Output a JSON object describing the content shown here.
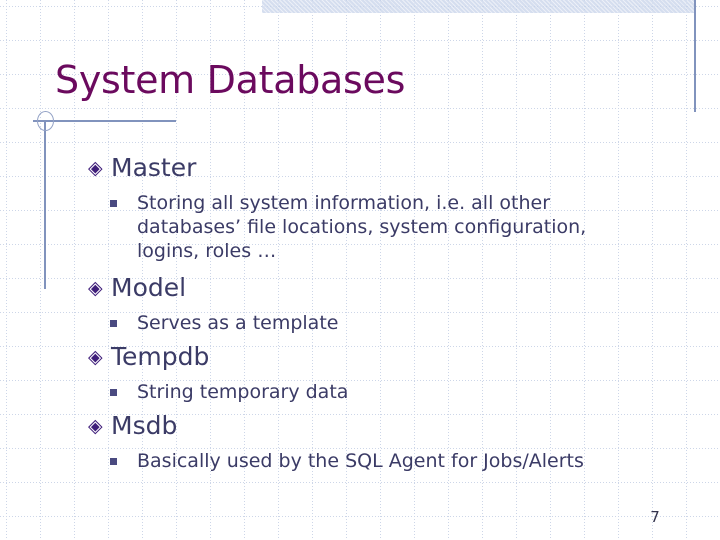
{
  "slide": {
    "title": "System Databases",
    "page_number": "7",
    "colors": {
      "title": "#6B0A5E",
      "body_text": "#3B3B66",
      "bullet": "#3F1E7A",
      "sub_bullet": "#4A4A80",
      "rule": "#8193bd",
      "band": "#c5d2ea",
      "grid": "#cdd6e8",
      "background": "#ffffff"
    },
    "decorations": {
      "top_band_name": "top-band",
      "right_rule_name": "right-vertical-rule",
      "circle_name": "title-circle-decoration"
    },
    "bullet_glyph": "◈",
    "sub_bullet_glyph": "▪",
    "items": [
      {
        "label": "Master",
        "sub": [
          "Storing all system information, i.e. all other databases’ file locations, system configuration, logins, roles …"
        ]
      },
      {
        "label": "Model",
        "sub": [
          "Serves as a template"
        ]
      },
      {
        "label": "Tempdb",
        "sub": [
          "String temporary data"
        ]
      },
      {
        "label": "Msdb",
        "sub": [
          "Basically used by the SQL Agent for Jobs/Alerts"
        ]
      }
    ]
  }
}
